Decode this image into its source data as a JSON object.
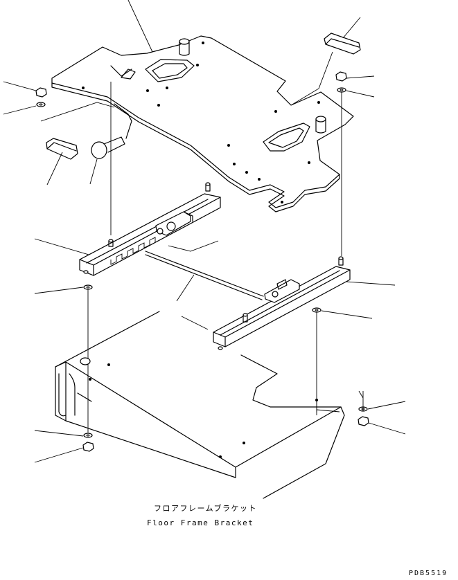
{
  "caption": {
    "japanese": "フロアフレームブラケット",
    "english": "Floor Frame Bracket"
  },
  "drawing_code": "PDB5519",
  "parts": [
    {
      "name": "seat-mount-plate",
      "icon": "plate-icon"
    },
    {
      "name": "seat-rail-left",
      "icon": "rail-icon"
    },
    {
      "name": "seat-rail-right",
      "icon": "rail-icon"
    },
    {
      "name": "floor-frame-bracket",
      "icon": "bracket-icon"
    },
    {
      "name": "nut",
      "icon": "nut-icon"
    },
    {
      "name": "washer",
      "icon": "washer-icon"
    },
    {
      "name": "cushion-block",
      "icon": "block-icon"
    },
    {
      "name": "knob",
      "icon": "knob-icon"
    },
    {
      "name": "connecting-rod",
      "icon": "rod-icon"
    }
  ]
}
